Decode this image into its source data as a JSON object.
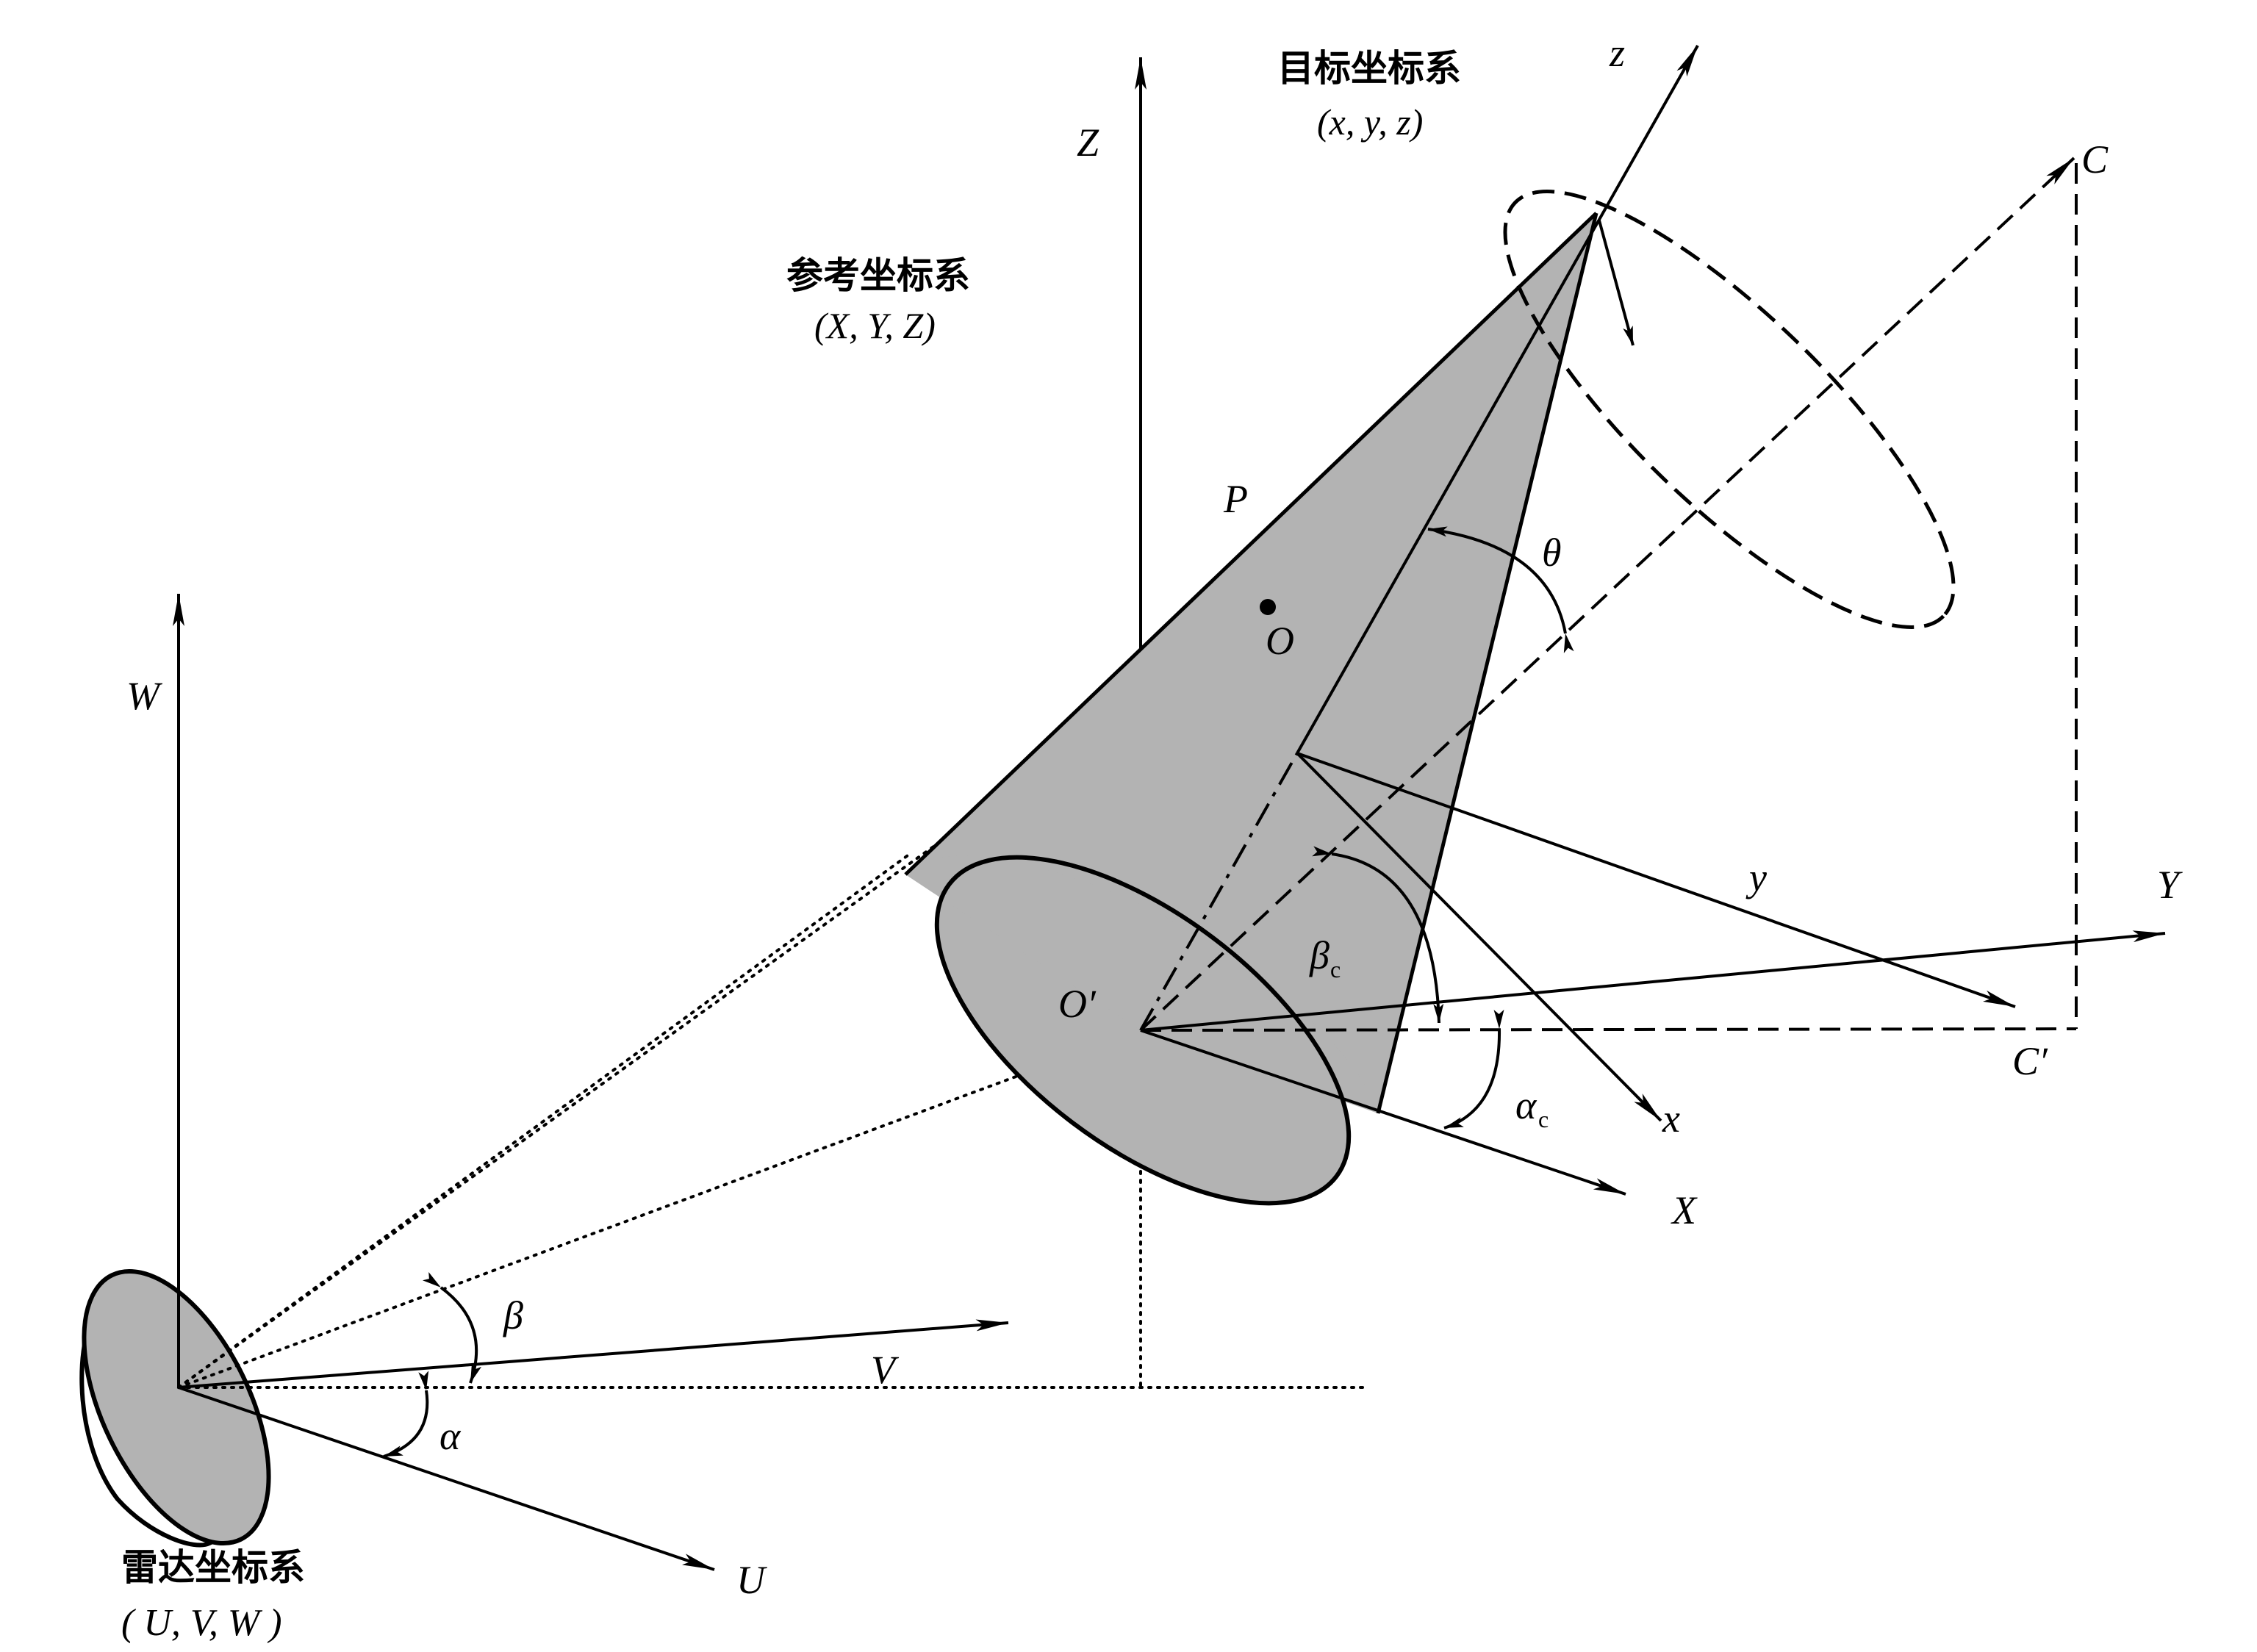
{
  "frames": {
    "target": {
      "name": "目标坐标系",
      "coords": "(x, y, z)"
    },
    "reference": {
      "name": "参考坐标系",
      "coords": "(X, Y, Z)"
    },
    "radar": {
      "name": "雷达坐标系",
      "coords": "( U, V, W )"
    }
  },
  "axes": {
    "Z": "Z",
    "Y": "Y",
    "X": "X",
    "z": "z",
    "y": "y",
    "x": "x",
    "U": "U",
    "V": "V",
    "W": "W"
  },
  "points": {
    "P": "P",
    "O": "O",
    "O_prime": "O′",
    "C": "C",
    "C_prime": "C′"
  },
  "angles": {
    "theta": "θ",
    "beta": "β",
    "alpha": "α",
    "beta_c": "β",
    "alpha_c": "α",
    "subscript_c": "c"
  },
  "colors": {
    "cone_fill": "#b3b3b3",
    "line": "#000000",
    "background": "#ffffff"
  }
}
